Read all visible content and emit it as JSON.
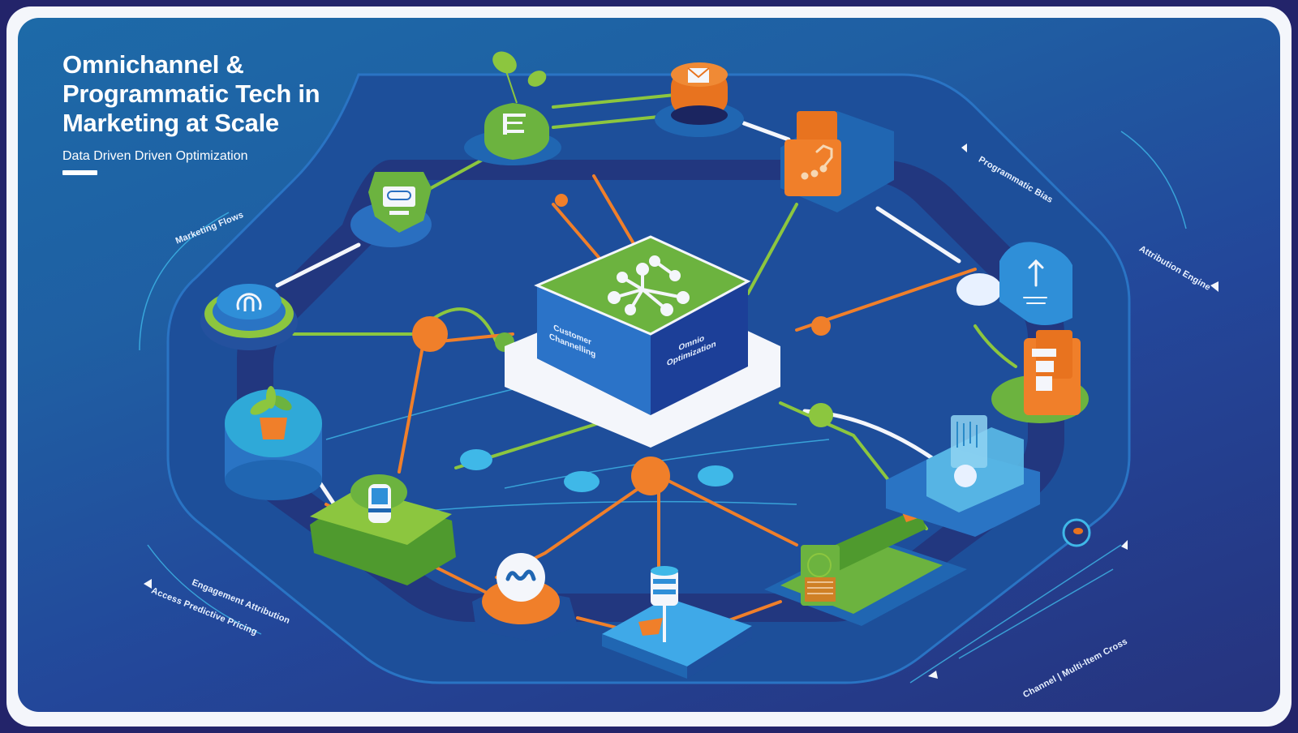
{
  "header": {
    "title_lines": [
      "Omnichannel &",
      "Programmatic Tech in",
      "Marketing at Scale"
    ],
    "subtitle": "Data Driven Driven Optimization"
  },
  "hub": {
    "left_face_lines": [
      "Customer",
      "Channelling"
    ],
    "right_face_lines": [
      "Omnio",
      "Optimization"
    ],
    "icon": "network-graph-icon"
  },
  "callout_labels": {
    "top_left": "Marketing Flows",
    "top_right": "Programmatic Bias",
    "right": "Attribution Engine",
    "bottom_left_1": "Engagement Attribution",
    "bottom_left_2": "Access Predictive Pricing",
    "bottom_right": "Channel | Multi-Item Cross"
  },
  "nodes": [
    {
      "id": "content-doc",
      "icon": "document-icon",
      "color": "#6cb33f"
    },
    {
      "id": "email",
      "icon": "envelope-icon",
      "color": "#f07f2a"
    },
    {
      "id": "analytics-box",
      "icon": "connection-path-icon",
      "color": "#f07f2a"
    },
    {
      "id": "badge-card",
      "icon": "id-badge-icon",
      "color": "#6cb33f"
    },
    {
      "id": "social",
      "icon": "at-sign-icon",
      "color": "#2f8fd8"
    },
    {
      "id": "cloud-upload",
      "icon": "upload-arrow-icon",
      "color": "#2f8fd8"
    },
    {
      "id": "store",
      "icon": "shop-icon",
      "color": "#f07f2a"
    },
    {
      "id": "growth-plant",
      "icon": "potted-plant-icon",
      "color": "#2fa9d8"
    },
    {
      "id": "mobile",
      "icon": "phone-icon",
      "color": "#6cb33f"
    },
    {
      "id": "messenger",
      "icon": "messenger-icon",
      "color": "#f07f2a"
    },
    {
      "id": "database",
      "icon": "database-icon",
      "color": "#2fa9d8"
    },
    {
      "id": "tablet-dashboard",
      "icon": "tablet-chart-icon",
      "color": "#2f8fd8"
    },
    {
      "id": "pos-terminal",
      "icon": "payment-terminal-icon",
      "color": "#6cb33f"
    }
  ],
  "colors": {
    "background_dark": "#23246a",
    "frame": "#f4f6fb",
    "accent_green": "#6cb33f",
    "accent_orange": "#f07f2a",
    "accent_blue": "#2f8fd8",
    "accent_cyan": "#3fb8e8"
  }
}
